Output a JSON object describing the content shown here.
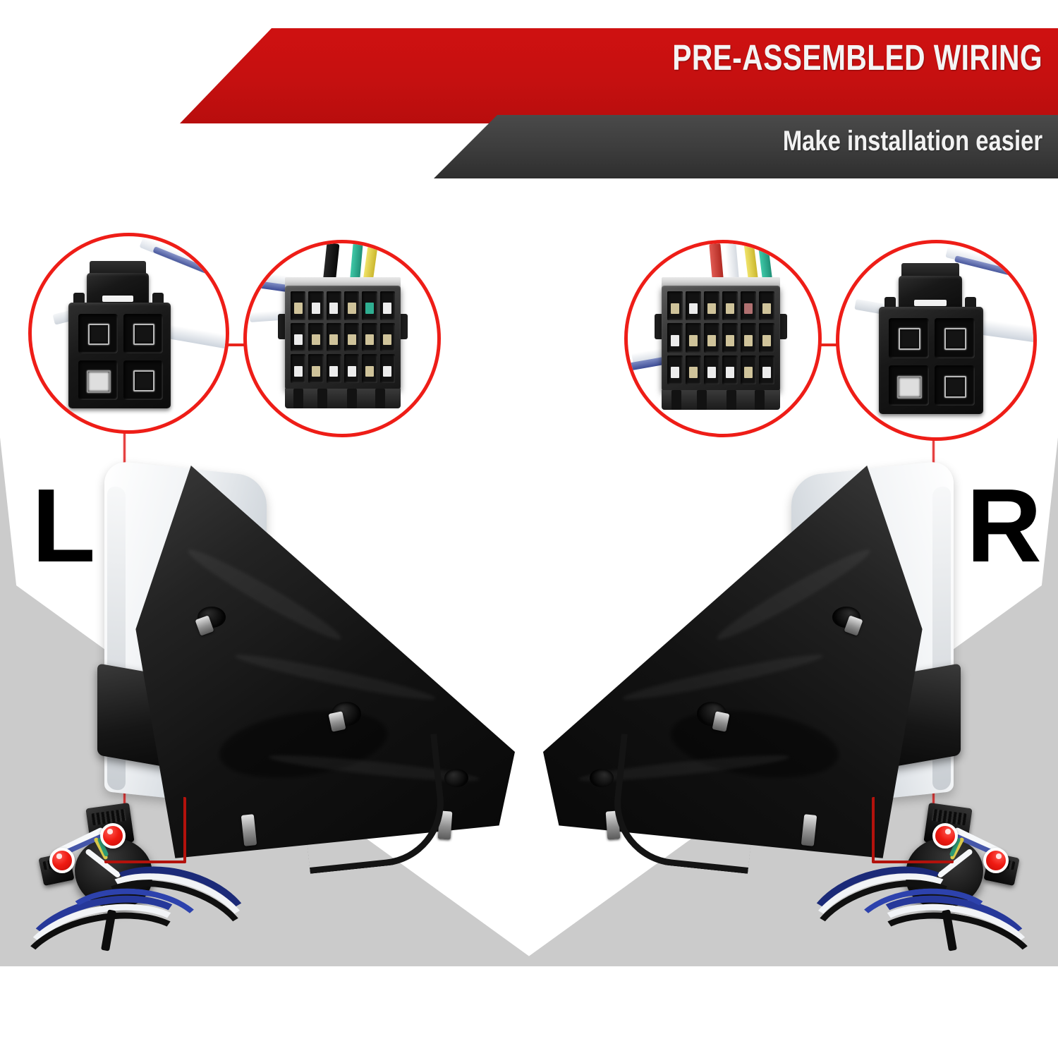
{
  "header": {
    "title": "PRE-ASSEMBLED WIRING",
    "subtitle": "Make installation easier",
    "red_color": "#c51010",
    "dark_color": "#3c3c3c"
  },
  "background": {
    "base_color": "#ffffff",
    "wedge_color": "#cbcbcb"
  },
  "labels": {
    "left_side": "L",
    "right_side": "R"
  },
  "annotations": {
    "circle_color": "#ee1d17",
    "leader_color": "#e02020",
    "dot_color": "#ef1a12"
  },
  "callouts": [
    {
      "id": "left-4pin",
      "side": "left",
      "connector_type": "4-pin-connector",
      "pin_count": 4,
      "pin_layout": "2x2"
    },
    {
      "id": "left-18pin",
      "side": "left",
      "connector_type": "18-pin-connector",
      "pin_count": 18,
      "pin_layout": "6x3",
      "wire_colors": [
        "#111111",
        "#2fae91",
        "#e8d84a",
        "#3a54c8",
        "#ffffff"
      ]
    },
    {
      "id": "right-18pin",
      "side": "right",
      "connector_type": "18-pin-connector",
      "pin_count": 18,
      "pin_layout": "6x3",
      "wire_colors": [
        "#d03030",
        "#ffffff",
        "#e8d84a",
        "#2fae91",
        "#3a54c8"
      ]
    },
    {
      "id": "right-4pin",
      "side": "right",
      "connector_type": "4-pin-connector",
      "pin_count": 4,
      "pin_layout": "2x2"
    }
  ],
  "products": [
    {
      "id": "left-mirror",
      "name": "left-side-mirror-assembly",
      "side_label": "L",
      "housing_color": "#111111",
      "cap_color": "#f2f4f6"
    },
    {
      "id": "right-mirror",
      "name": "right-side-mirror-assembly",
      "side_label": "R",
      "housing_color": "#111111",
      "cap_color": "#f2f4f6"
    }
  ],
  "harnesses": [
    {
      "id": "left-harness",
      "name": "left-wire-harness",
      "wire_colors": [
        "#26389a",
        "#ffffff",
        "#111111"
      ],
      "marker_count": 2
    },
    {
      "id": "right-harness",
      "name": "right-wire-harness",
      "wire_colors": [
        "#26389a",
        "#ffffff",
        "#111111"
      ],
      "marker_count": 2
    }
  ]
}
